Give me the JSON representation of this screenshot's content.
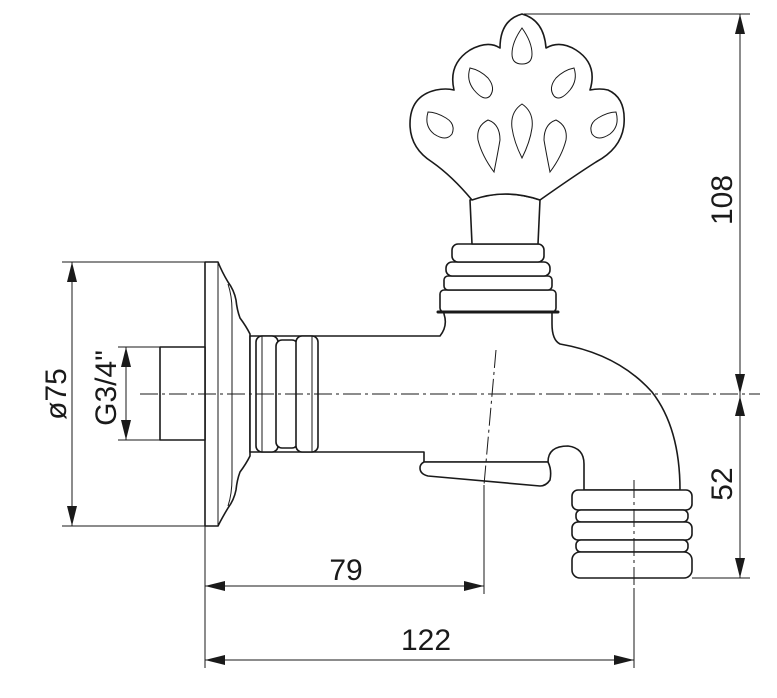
{
  "dimensions": {
    "height_total": "108",
    "height_lower": "52",
    "width_outlet": "79",
    "width_total": "122",
    "flange_diameter": "ø75",
    "thread": "G3/4\""
  }
}
